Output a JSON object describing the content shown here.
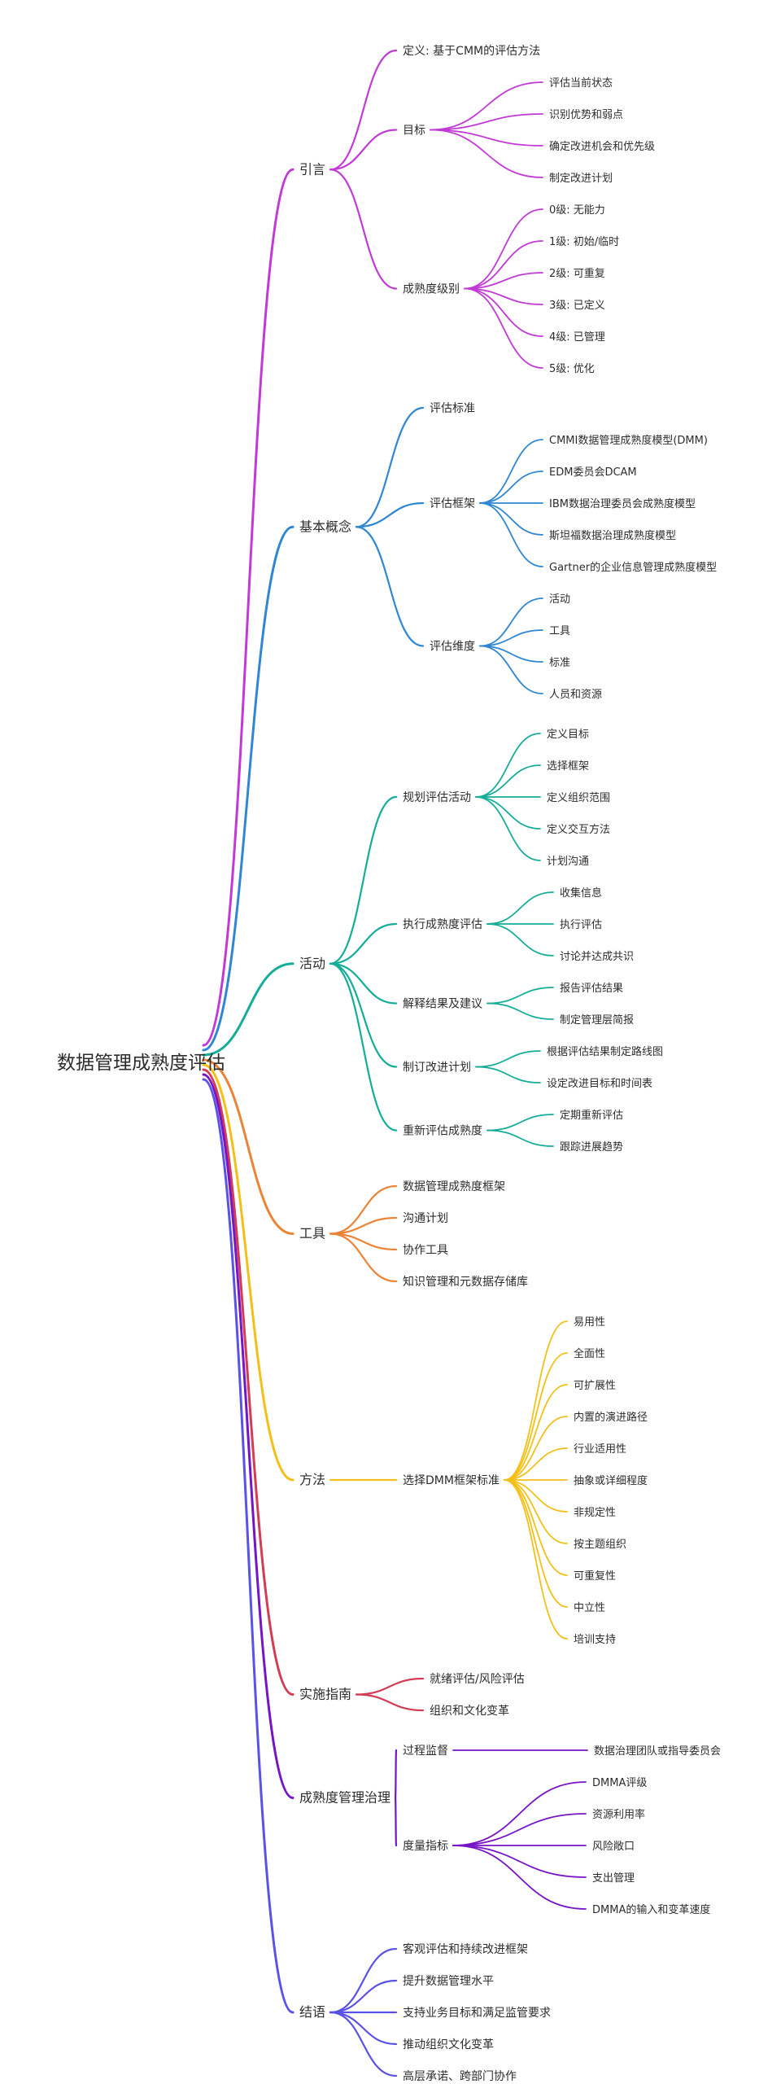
{
  "root": "数据管理成熟度评估",
  "branches": [
    {
      "label": "引言",
      "color": "#c23ad6",
      "children": [
        {
          "label": "定义: 基于CMM的评估方法"
        },
        {
          "label": "目标",
          "children": [
            "评估当前状态",
            "识别优势和弱点",
            "确定改进机会和优先级",
            "制定改进计划"
          ]
        },
        {
          "label": "成熟度级别",
          "children": [
            "0级: 无能力",
            "1级: 初始/临时",
            "2级: 可重复",
            "3级: 已定义",
            "4级: 已管理",
            "5级: 优化"
          ]
        }
      ]
    },
    {
      "label": "基本概念",
      "color": "#2f86d2",
      "children": [
        {
          "label": "评估标准"
        },
        {
          "label": "评估框架",
          "children": [
            "CMMI数据管理成熟度模型(DMM)",
            "EDM委员会DCAM",
            "IBM数据治理委员会成熟度模型",
            "斯坦福数据治理成熟度模型",
            "Gartner的企业信息管理成熟度模型"
          ]
        },
        {
          "label": "评估维度",
          "children": [
            "活动",
            "工具",
            "标准",
            "人员和资源"
          ]
        }
      ]
    },
    {
      "label": "活动",
      "color": "#16ad98",
      "children": [
        {
          "label": "规划评估活动",
          "children": [
            "定义目标",
            "选择框架",
            "定义组织范围",
            "定义交互方法",
            "计划沟通"
          ]
        },
        {
          "label": "执行成熟度评估",
          "children": [
            "收集信息",
            "执行评估",
            "讨论并达成共识"
          ]
        },
        {
          "label": "解释结果及建议",
          "children": [
            "报告评估结果",
            "制定管理层简报"
          ]
        },
        {
          "label": "制订改进计划",
          "children": [
            "根据评估结果制定路线图",
            "设定改进目标和时间表"
          ]
        },
        {
          "label": "重新评估成熟度",
          "children": [
            "定期重新评估",
            "跟踪进展趋势"
          ]
        }
      ]
    },
    {
      "label": "工具",
      "color": "#ec8438",
      "children": [
        {
          "label": "数据管理成熟度框架"
        },
        {
          "label": "沟通计划"
        },
        {
          "label": "协作工具"
        },
        {
          "label": "知识管理和元数据存储库"
        }
      ]
    },
    {
      "label": "方法",
      "color": "#f3c019",
      "children": [
        {
          "label": "选择DMM框架标准",
          "children": [
            "易用性",
            "全面性",
            "可扩展性",
            "内置的演进路径",
            "行业适用性",
            "抽象或详细程度",
            "非规定性",
            "按主题组织",
            "可重复性",
            "中立性",
            "培训支持"
          ]
        }
      ]
    },
    {
      "label": "实施指南",
      "color": "#d23c54",
      "children": [
        {
          "label": "就绪评估/风险评估"
        },
        {
          "label": "组织和文化变革"
        }
      ]
    },
    {
      "label": "成熟度管理治理",
      "color": "#7714c6",
      "children": [
        {
          "label": "过程监督",
          "children": [
            "数据治理团队或指导委员会"
          ]
        },
        {
          "label": "度量指标",
          "children": [
            "DMMA评级",
            "资源利用率",
            "风险敞口",
            "支出管理",
            "DMMA的输入和变革速度"
          ]
        }
      ]
    },
    {
      "label": "结语",
      "color": "#5a52e6",
      "children": [
        {
          "label": "客观评估和持续改进框架"
        },
        {
          "label": "提升数据管理水平"
        },
        {
          "label": "支持业务目标和满足监管要求"
        },
        {
          "label": "推动组织文化变革"
        },
        {
          "label": "高层承诺、跨部门协作"
        }
      ]
    }
  ]
}
